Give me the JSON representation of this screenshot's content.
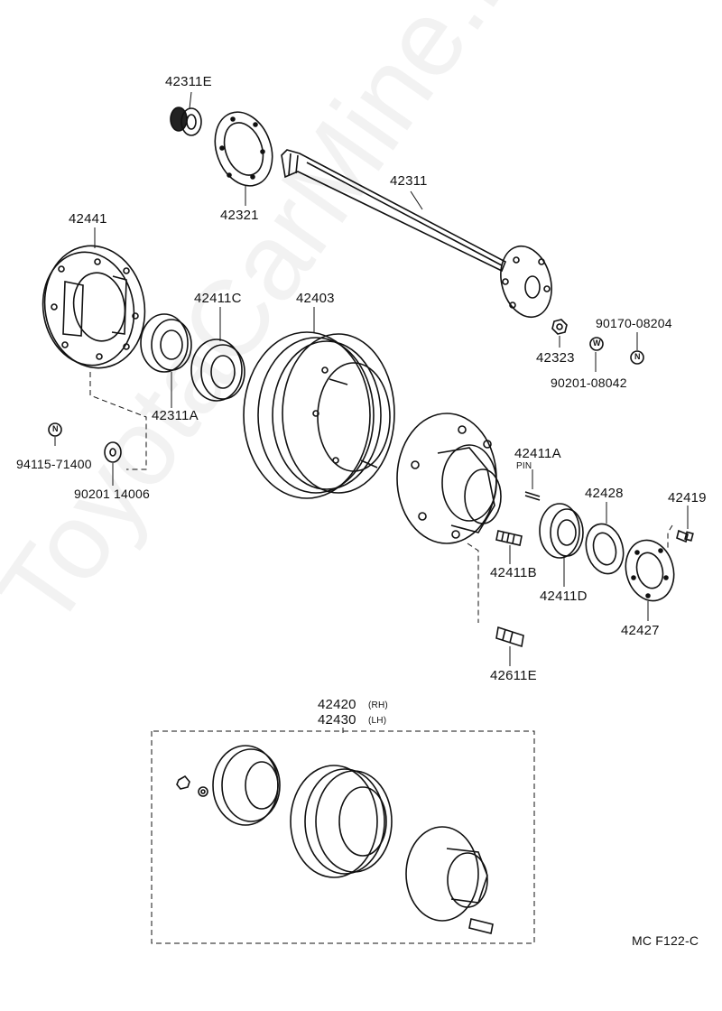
{
  "labels": {
    "p42311E": "42311E",
    "p42321": "42321",
    "p42311": "42311",
    "p42441": "42441",
    "p42411C": "42411C",
    "p42403": "42403",
    "p42311A": "42311A",
    "p42323": "42323",
    "p90170": "90170-08204",
    "p90201a": "90201-08042",
    "p94115": "94115-71400",
    "p90201b": "90201 14006",
    "p42411A": "42411A",
    "pin": "PIN",
    "p42428": "42428",
    "p42419": "42419",
    "p42411B": "42411B",
    "p42411D": "42411D",
    "p42427": "42427",
    "p42611E": "42611E",
    "p42420": "42420",
    "rh": "(RH)",
    "p42430": "42430",
    "lh": "(LH)",
    "figure_code": "MC F122-C"
  },
  "symbols": {
    "n1": "N",
    "w1": "W",
    "n2": "N"
  },
  "watermark": "ToyotaCarMine.ru"
}
